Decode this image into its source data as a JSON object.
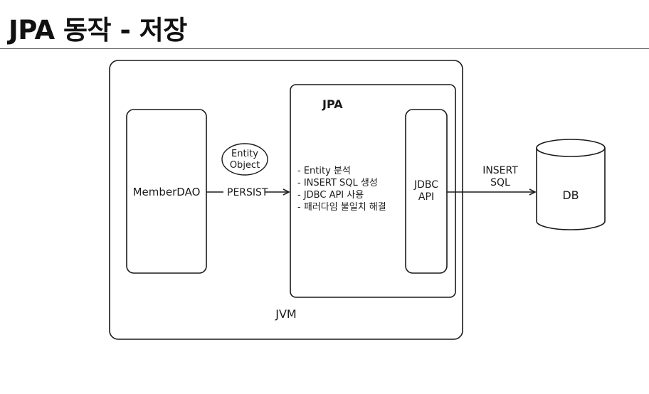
{
  "title": "JPA 동작 - 저장",
  "diagram": {
    "jvm_label": "JVM",
    "jpa_label": "JPA",
    "member_dao_label": "MemberDAO",
    "entity_object_line1": "Entity",
    "entity_object_line2": "Object",
    "persist_label": "PERSIST",
    "jpa_steps": [
      "- Entity 분석",
      "- INSERT SQL 생성",
      "- JDBC API 사용",
      "- 패러다임 불일치 해결"
    ],
    "jdbc_line1": "JDBC",
    "jdbc_line2": "API",
    "insert_sql_line1": "INSERT",
    "insert_sql_line2": "SQL",
    "db_label": "DB"
  }
}
